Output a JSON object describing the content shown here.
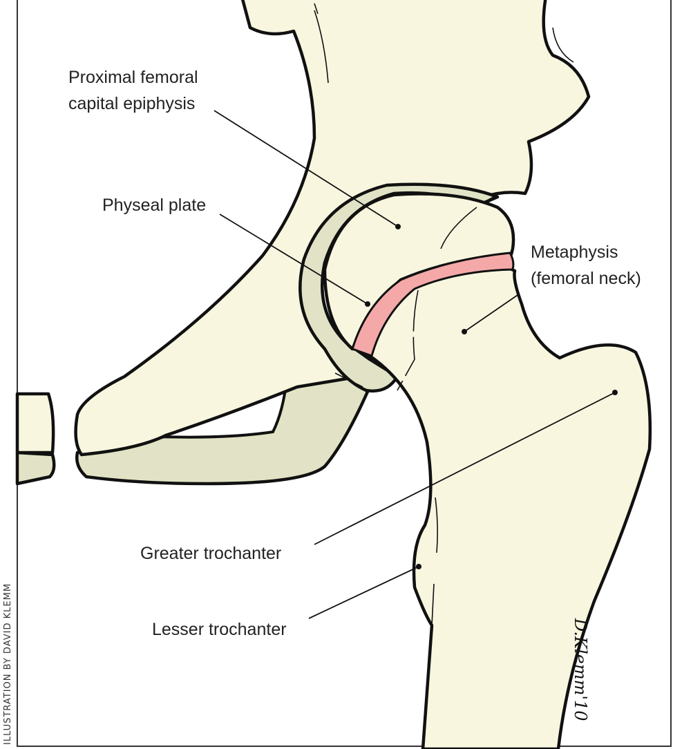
{
  "title": "Hip joint anatomy – proximal femur",
  "labels": {
    "epiphysis_line1": "Proximal femoral",
    "epiphysis_line2": "capital epiphysis",
    "physeal_plate": "Physeal plate",
    "metaphysis_line1": "Metaphysis",
    "metaphysis_line2": "(femoral neck)",
    "greater_trochanter": "Greater trochanter",
    "lesser_trochanter": "Lesser trochanter"
  },
  "credit": "ILLUSTRATION BY DAVID KLEMM",
  "signature": "D.Klemm'10",
  "colors": {
    "bone": "#f8f6df",
    "cartilage": "#e2e3c6",
    "physis": "#f4a9a8",
    "outline": "#111111"
  }
}
